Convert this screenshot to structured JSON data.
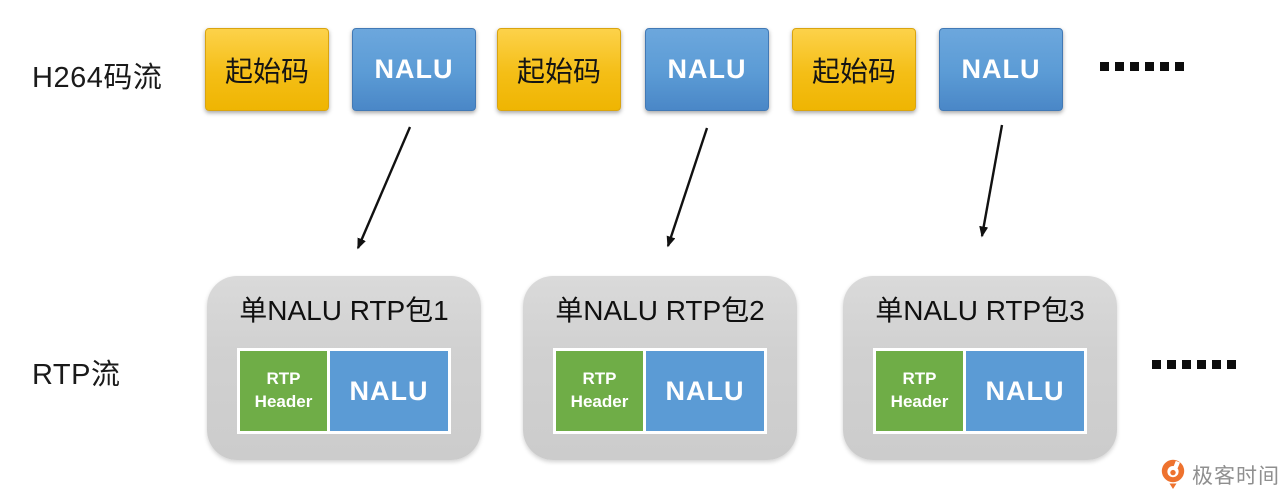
{
  "colors": {
    "start_code_yellow": "#F2BB12",
    "nalu_blue": "#5B9BD5",
    "rtp_header_green": "#6FAD47",
    "packet_gray": "#D2D2D2",
    "arrow_black": "#111111",
    "brand_orange": "#EE722E",
    "watermark_gray": "#8F8F8F"
  },
  "h264_row": {
    "label": "H264码流",
    "segments": [
      {
        "kind": "start-code",
        "label": "起始码"
      },
      {
        "kind": "nalu",
        "label": "NALU"
      },
      {
        "kind": "start-code",
        "label": "起始码"
      },
      {
        "kind": "nalu",
        "label": "NALU"
      },
      {
        "kind": "start-code",
        "label": "起始码"
      },
      {
        "kind": "nalu",
        "label": "NALU"
      }
    ]
  },
  "rtp_row": {
    "label": "RTP流",
    "packets": [
      {
        "title": "单NALU RTP包1",
        "header": "RTP Header",
        "payload": "NALU"
      },
      {
        "title": "单NALU RTP包2",
        "header": "RTP Header",
        "payload": "NALU"
      },
      {
        "title": "单NALU RTP包3",
        "header": "RTP Header",
        "payload": "NALU"
      }
    ]
  },
  "watermark": {
    "brand": "极客时间"
  }
}
